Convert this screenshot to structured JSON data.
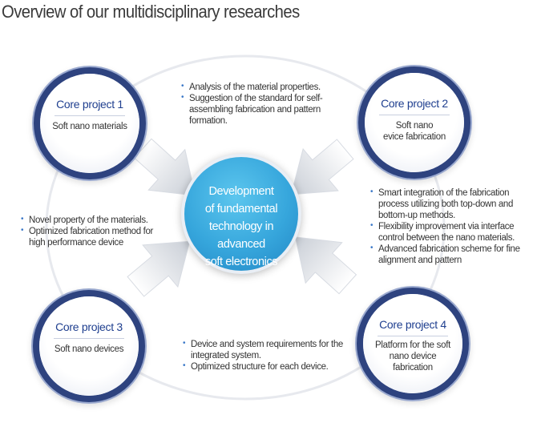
{
  "title": "Overview of our multidisciplinary researches",
  "center": {
    "lines": [
      "Development",
      "of fundamental",
      "technology in advanced",
      "soft electronics"
    ]
  },
  "projects": [
    {
      "title": "Core project 1",
      "subtitle": "Soft nano materials"
    },
    {
      "title": "Core project 2",
      "subtitle": "Soft nano\nevice fabrication"
    },
    {
      "title": "Core project 3",
      "subtitle": "Soft nano devices"
    },
    {
      "title": "Core project 4",
      "subtitle": "Platform for the soft\nnano device\nfabrication"
    }
  ],
  "bullets": {
    "top": [
      "Analysis of the material properties.",
      "Suggestion of the standard for self-assembling fabrication and pattern formation."
    ],
    "left": [
      "Novel property of the materials.",
      "Optimized fabrication method for high performance device"
    ],
    "right": [
      "Smart integration of the fabrication process utilizing both top-down and bottom-up methods.",
      "Flexibility improvement via interface control between the nano materials.",
      "Advanced fabrication scheme for fine alignment and pattern"
    ],
    "bottom": [
      "Device and system requirements for the integrated system.",
      "Optimized structure for each device."
    ]
  },
  "colors": {
    "ring": "#2e437f",
    "center": "#36a6dc",
    "title_text": "#1f3f8f",
    "bullet": "#3b78c8"
  }
}
